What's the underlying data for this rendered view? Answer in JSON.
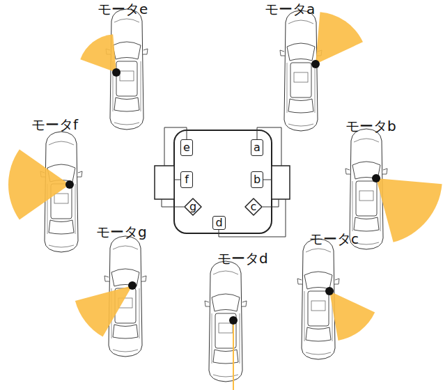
{
  "diagram": {
    "nodes": [
      {
        "text": [
          "e"
        ]
      },
      {
        "text": [
          "a"
        ]
      },
      {
        "text": [
          "f"
        ]
      },
      {
        "text": [
          "b"
        ]
      },
      {
        "text": [
          "g"
        ]
      },
      {
        "text": [
          "c"
        ]
      },
      {
        "text": [
          "d"
        ]
      }
    ],
    "labels": [
      "モータe",
      "モータa",
      "モータf",
      "モータb",
      "モータg",
      "モータc",
      "モータd"
    ]
  }
}
